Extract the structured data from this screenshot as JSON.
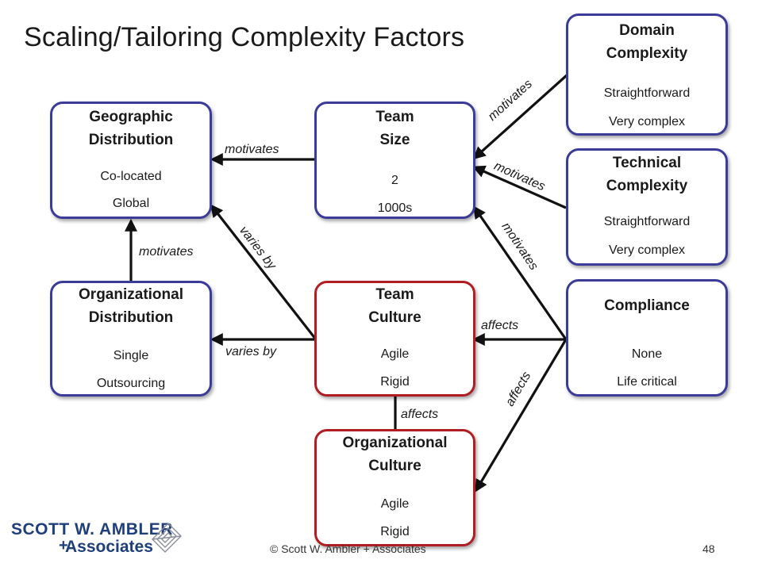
{
  "title": "Scaling/Tailoring Complexity Factors",
  "boxes": {
    "geo": {
      "title1": "Geographic",
      "title2": "Distribution",
      "top": "Co-located",
      "bottom": "Global"
    },
    "team_size": {
      "title1": "Team",
      "title2": "Size",
      "top": "2",
      "bottom": "1000s"
    },
    "org_dist": {
      "title1": "Organizational",
      "title2": "Distribution",
      "top": "Single",
      "bottom": "Outsourcing"
    },
    "team_culture": {
      "title1": "Team",
      "title2": "Culture",
      "top": "Agile",
      "bottom": "Rigid"
    },
    "org_culture": {
      "title1": "Organizational",
      "title2": "Culture",
      "top": "Agile",
      "bottom": "Rigid"
    },
    "domain": {
      "title1": "Domain",
      "title2": "Complexity",
      "top": "Straightforward",
      "bottom": "Very complex"
    },
    "technical": {
      "title1": "Technical",
      "title2": "Complexity",
      "top": "Straightforward",
      "bottom": "Very complex"
    },
    "compliance": {
      "title1": "Compliance",
      "top": "None",
      "bottom": "Life critical"
    }
  },
  "edges": {
    "teamsize_geo": "motivates",
    "orgdist_geo": "motivates",
    "teamculture_geo": "varies by",
    "teamculture_orgdist": "varies by",
    "teamculture_orgculture": "affects",
    "domain_teamsize": "motivates",
    "technical_teamsize": "motivates",
    "compliance_teamsize": "motivates",
    "compliance_teamculture": "affects",
    "compliance_orgculture": "affects"
  },
  "footer": {
    "copyright": "© Scott W. Ambler + Associates",
    "page": "48"
  },
  "logo": {
    "line1": "SCOTT W. AMBLER",
    "plus": "+",
    "line2": "Associates"
  },
  "colors": {
    "blue_border": "#3b3b98",
    "red_border": "#b01e23",
    "logo_blue": "#1f3f7a"
  }
}
